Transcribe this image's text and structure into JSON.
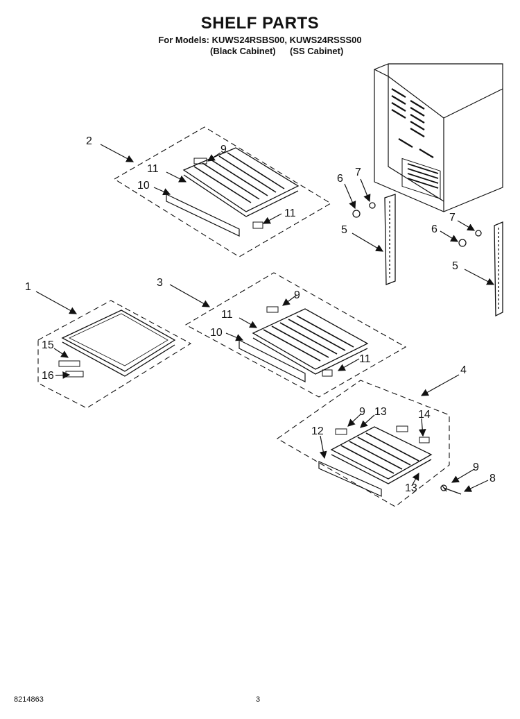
{
  "header": {
    "title": "SHELF PARTS",
    "models_line": "For Models: KUWS24RSBS00, KUWS24RSSS00",
    "black_cabinet": "(Black Cabinet)",
    "ss_cabinet": "(SS Cabinet)"
  },
  "callouts": {
    "c1": "1",
    "c2": "2",
    "c3": "3",
    "c4": "4",
    "c5a": "5",
    "c5b": "5",
    "c6a": "6",
    "c6b": "6",
    "c7a": "7",
    "c7b": "7",
    "c8": "8",
    "c9a": "9",
    "c9b": "9",
    "c9c": "9",
    "c9d": "9",
    "c10a": "10",
    "c10b": "10",
    "c11a": "11",
    "c11b": "11",
    "c11c": "11",
    "c11d": "11",
    "c12": "12",
    "c13a": "13",
    "c13b": "13",
    "c14": "14",
    "c15": "15",
    "c16": "16"
  },
  "footer": {
    "part_number": "8214863",
    "page_number": "3"
  }
}
